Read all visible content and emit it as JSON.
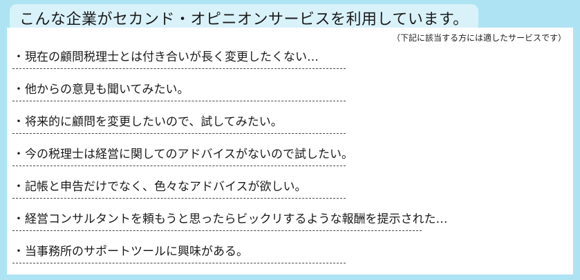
{
  "header": {
    "title": "こんな企業がセカンド・オピニオンサービスを利用しています。",
    "note": "（下記に該当する方には適したサービスです）"
  },
  "list": {
    "bullet": "・",
    "items": [
      "現在の顧問税理士とは付き合いが長く変更したくない…",
      "他からの意見も聞いてみたい。",
      "将来的に顧問を変更したいので、試してみたい。",
      "今の税理士は経営に関してのアドバイスがないので試したい。",
      "記帳と申告だけでなく、色々なアドバイスが欲しい。",
      "経営コンサルタントを頼もうと思ったらビックリするような報酬を提示された…",
      "当事務所のサポートツールに興味がある。"
    ]
  },
  "colors": {
    "frame": "#aee3f3",
    "title_tab": "#d9f2fa",
    "text": "#1a1a1a"
  }
}
